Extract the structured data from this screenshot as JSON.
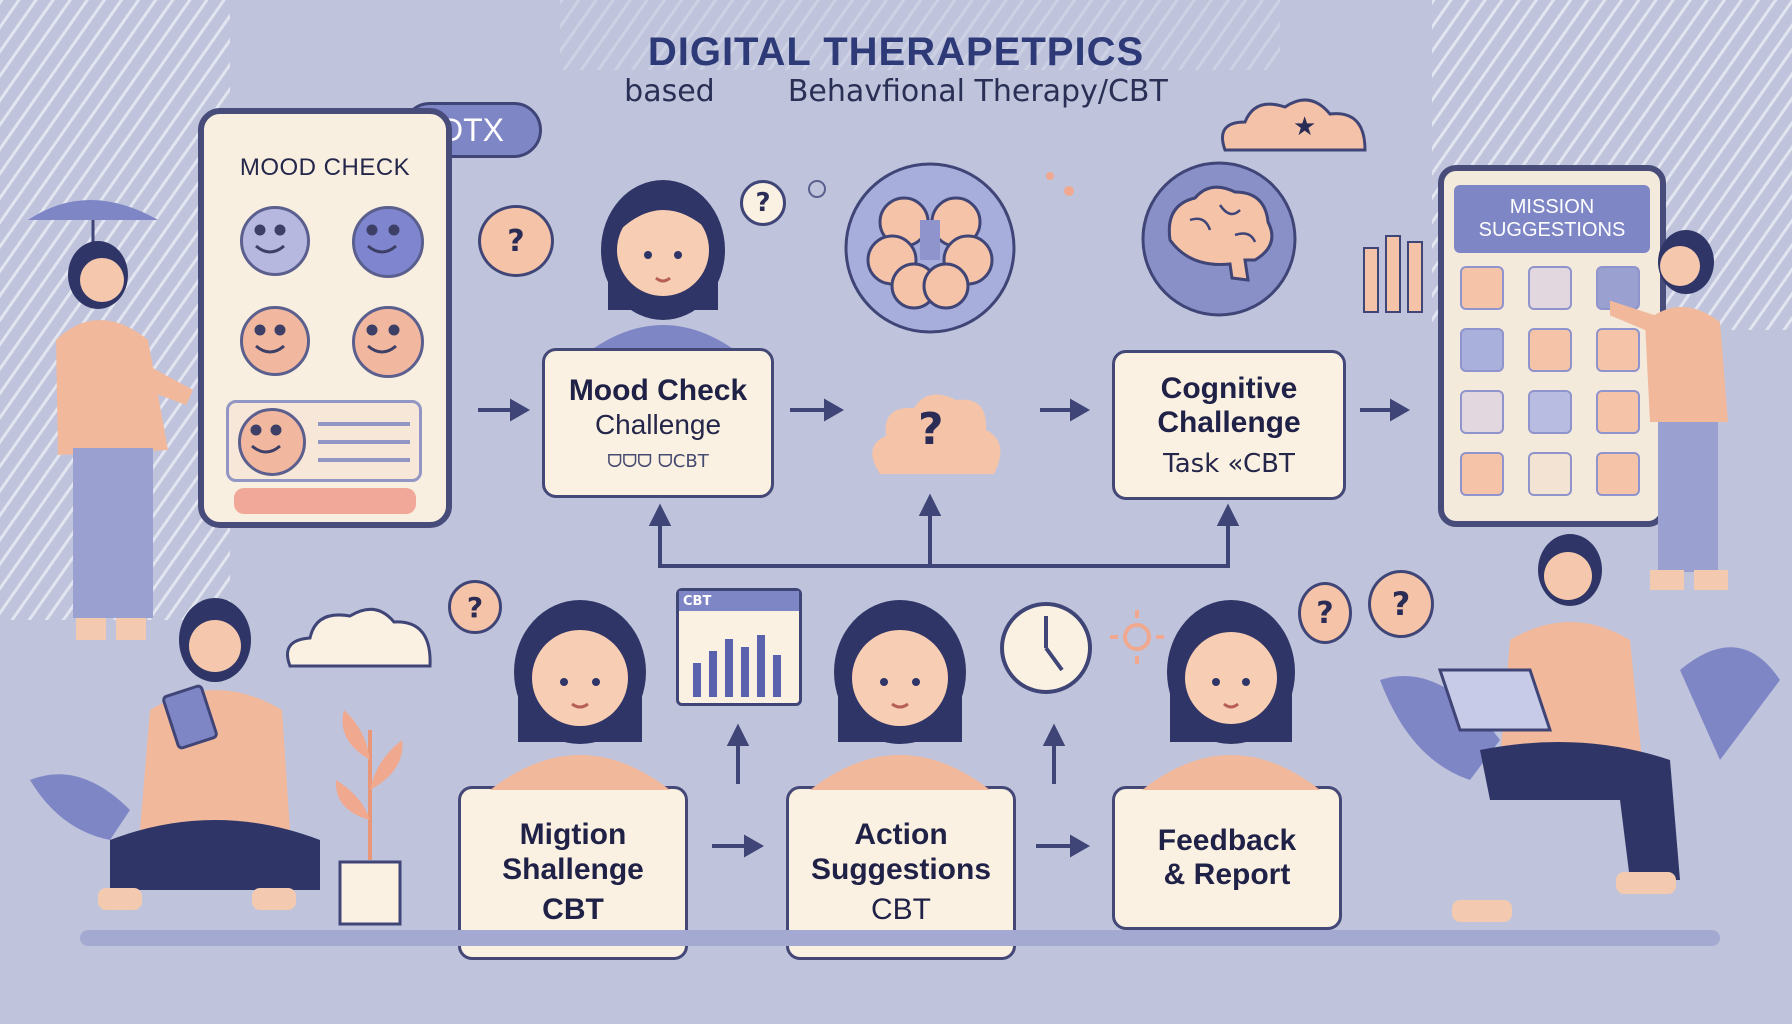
{
  "header": {
    "title": "DIGITAL THERAPETPICS",
    "subtitle_left": "based",
    "subtitle_right": "Behavfional Therapy/CBT"
  },
  "badges": {
    "dtx": "DTX",
    "cbt_chart": "CBT"
  },
  "phone": {
    "title": "MOOD CHECK"
  },
  "tablet": {
    "title_line1": "MISSION",
    "title_line2": "SUGGESTIONS"
  },
  "cards": {
    "mood": {
      "line1": "Mood Check",
      "line2": "Challenge",
      "line3": "ᗜᗜᗜ ᗜCBT"
    },
    "cognitive": {
      "line1": "Cognitive",
      "line2": "Challenge",
      "line3": "Task «CBT"
    },
    "mission": {
      "line1": "Migtion",
      "line2": "Shallenge",
      "line3": "CBT"
    },
    "action": {
      "line1": "Action",
      "line2": "Suggestions",
      "line3": "CBT"
    },
    "feedback": {
      "line1": "Feedback",
      "line2": "& Report"
    }
  },
  "symbols": {
    "question": "?",
    "star": "★"
  },
  "colors": {
    "background": "#bfc4dc",
    "navy": "#434877",
    "peach": "#f5c3a8",
    "cream": "#fbf1e2",
    "lavender": "#7f86c6"
  }
}
